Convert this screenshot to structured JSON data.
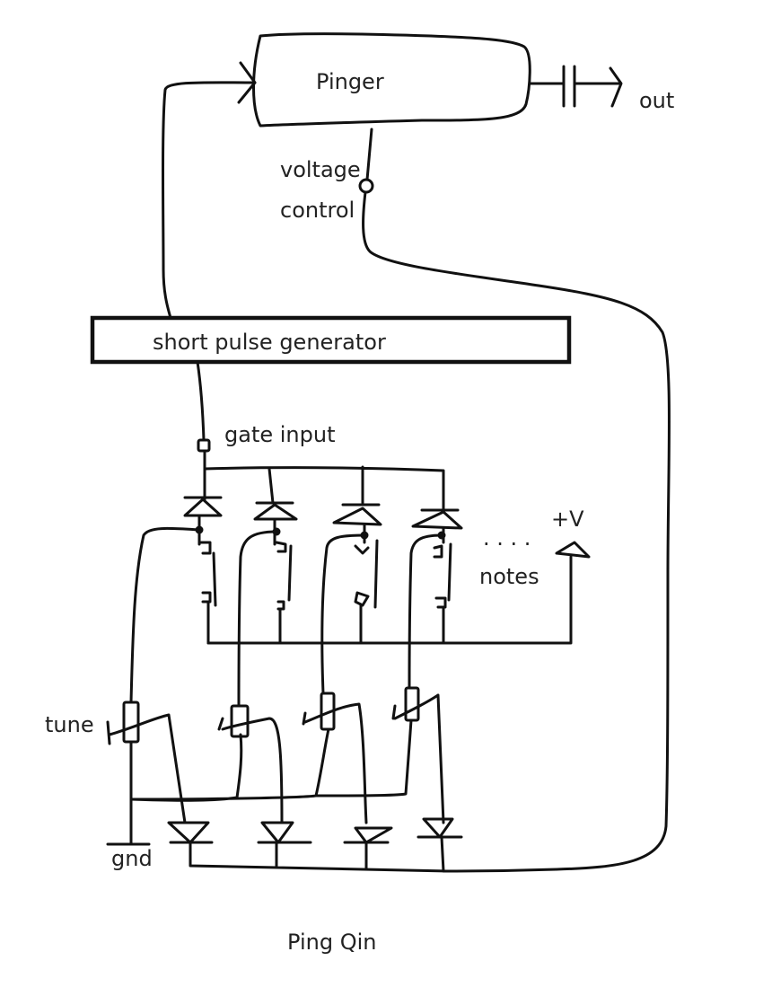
{
  "diagram": {
    "title": "Ping Qin",
    "blocks": {
      "pinger": "Pinger",
      "pulse_generator": "short pulse  generator"
    },
    "labels": {
      "out": "out",
      "voltage": "voltage",
      "control": "control",
      "gate_input": "gate input",
      "plus_v": "+V",
      "dots": "· · · ·",
      "notes": "notes",
      "tune": "tune",
      "gnd": "gnd"
    },
    "colors": {
      "ink": "#111111",
      "text": "#222222",
      "background": "#ffffff"
    }
  }
}
